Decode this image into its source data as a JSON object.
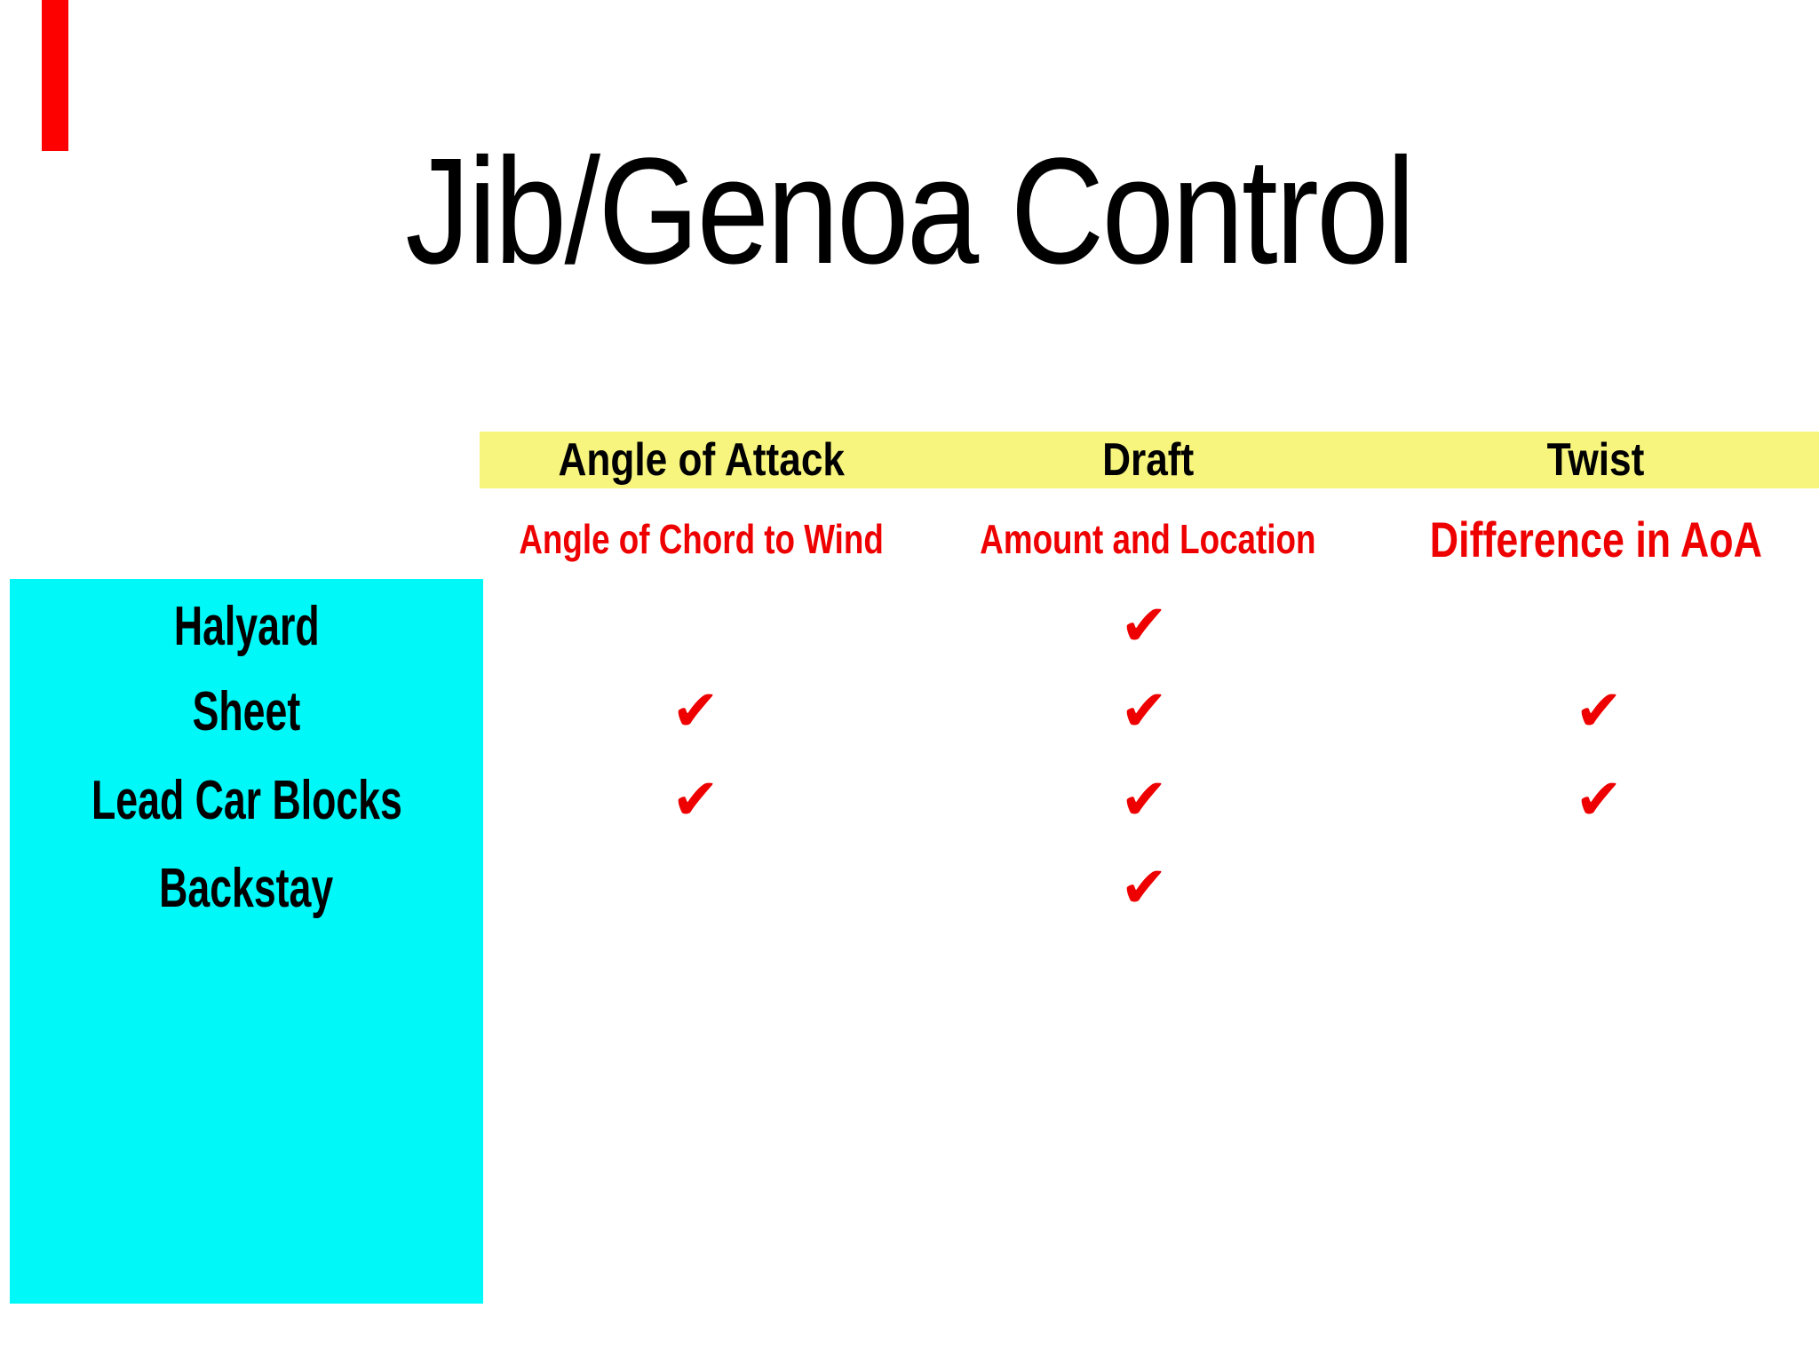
{
  "slide": {
    "title": "Jib/Genoa Control",
    "table": {
      "columns": [
        {
          "header": "Angle of Attack",
          "subtitle": "Angle of Chord to Wind"
        },
        {
          "header": "Draft",
          "subtitle": "Amount and Location"
        },
        {
          "header": "Twist",
          "subtitle": "Difference in AoA"
        }
      ],
      "rows": [
        {
          "label": "Halyard",
          "checks": [
            false,
            true,
            false
          ]
        },
        {
          "label": "Sheet",
          "checks": [
            true,
            true,
            true
          ]
        },
        {
          "label": "Lead Car Blocks",
          "checks": [
            true,
            true,
            true
          ]
        },
        {
          "label": "Backstay",
          "checks": [
            false,
            true,
            false
          ]
        }
      ],
      "check_glyph": "✔"
    },
    "colors": {
      "header_band_bg": "#F7F57E",
      "row_label_bg": "#00F8F8",
      "accent_red": "#EE0000",
      "corner_marker_red": "#FD0000",
      "text_black": "#000000"
    }
  }
}
